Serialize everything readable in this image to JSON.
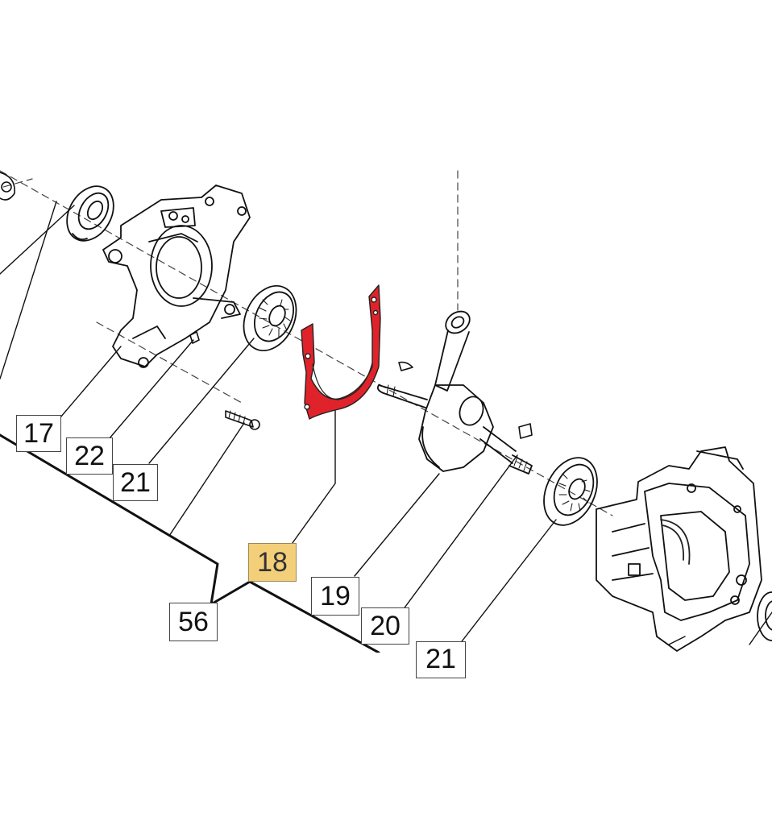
{
  "diagram": {
    "callouts": [
      {
        "id": "c17",
        "label": "17",
        "highlighted": false
      },
      {
        "id": "c22",
        "label": "22",
        "highlighted": false
      },
      {
        "id": "c21a",
        "label": "21",
        "highlighted": false
      },
      {
        "id": "c18",
        "label": "18",
        "highlighted": true
      },
      {
        "id": "c56",
        "label": "56",
        "highlighted": false
      },
      {
        "id": "c19",
        "label": "19",
        "highlighted": false
      },
      {
        "id": "c20",
        "label": "20",
        "highlighted": false
      },
      {
        "id": "c21b",
        "label": "21",
        "highlighted": false
      }
    ],
    "highlight_color": "#f3cf79",
    "part_highlight_color": "#e0232a",
    "line_color": "#111111"
  }
}
